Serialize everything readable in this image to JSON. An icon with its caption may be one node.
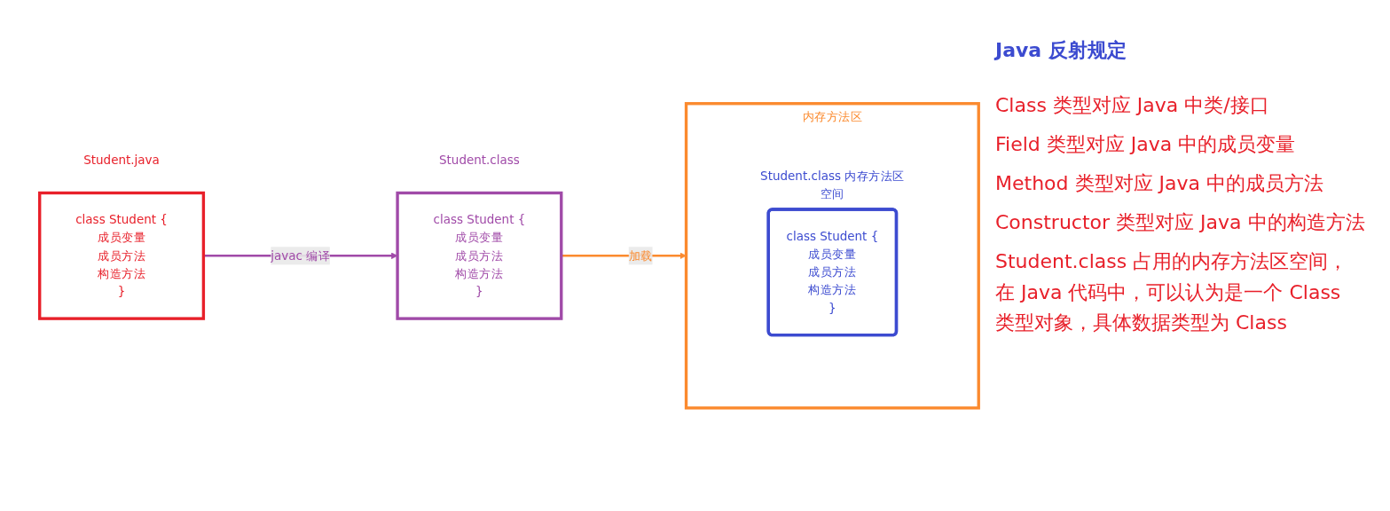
{
  "diagram": {
    "nodes": [
      {
        "text": [
          "class Student {",
          "成员变量",
          "成员方法",
          "构造方法",
          "}"
        ],
        "beside": [
          "Student.java"
        ]
      },
      {
        "text": [
          "class Student {",
          "成员变量",
          "成员方法",
          "构造方法",
          "}"
        ],
        "beside": [
          "Student.class"
        ]
      },
      {
        "text": [
          "内存方法区"
        ]
      },
      {
        "text": [
          "class Student {",
          "成员变量",
          "成员方法",
          "构造方法",
          "}"
        ],
        "beside": [
          "Student.class 内存方法区空间"
        ],
        "in": 2
      }
    ],
    "edges": [
      {
        "from": 0,
        "to": 1,
        "arrow": "to",
        "label": "javac 编译",
        "color": "#a04aa8"
      },
      {
        "from": 1,
        "to": 2,
        "arrow": "to",
        "label": "加载",
        "color": "#fb8a2e"
      }
    ],
    "labels": [
      "Java 反射规定",
      "Class 类型对应 Java 中类/接口",
      "Field 类型对应 Java 中的成员变量",
      "Method 类型对应 Java 中的成员方法",
      "Constructor 类型对应 Java 中的构造方法",
      "Student.class 占用的内存方法区空间，在 Java 代码中，可以认为是一个 Class 类型对象，具体数据类型为 Class"
    ]
  }
}
